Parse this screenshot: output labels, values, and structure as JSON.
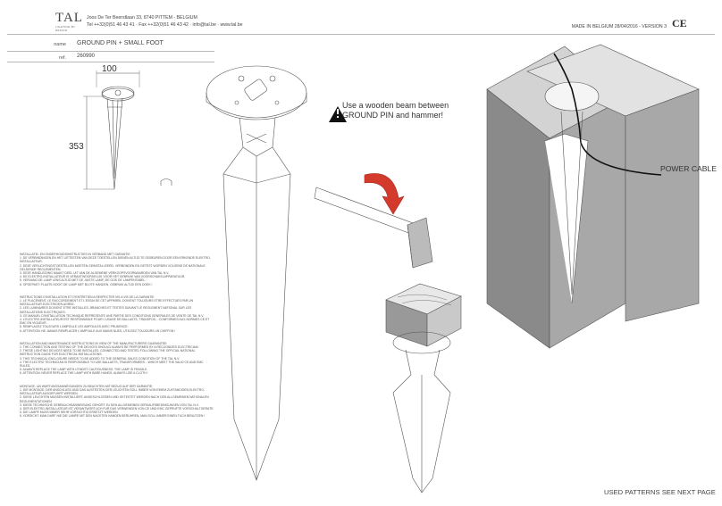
{
  "header": {
    "logo": "TAL",
    "logo_sub": "LIGHTING BY DESIGN",
    "address": "Joos De Ter Beerstlaan 33, 8740 PITTEM - BELGIUM",
    "contact": "Tel ++32(0)51 46 43 41 · Fax ++32(0)51 46 43 42 · info@tal.be · www.tal.be",
    "made_in": "MADE IN BELGIUM 28/04/2016 - VERSION 3",
    "ce_mark": "CE"
  },
  "product": {
    "name_label": "name",
    "name_value": "GROUND PIN + SMALL FOOT",
    "ref_label": "ref.",
    "ref_value": "260990"
  },
  "dimensions": {
    "width": "100",
    "height": "353"
  },
  "callouts": {
    "warning_icon": "warning-triangle-icon",
    "warning_text": "Use a wooden beam between GROUND PIN and hammer!",
    "power_cable": "POWER CABLE"
  },
  "instructions": [
    {
      "lang": "nl",
      "lines": [
        "INSTALLATIE- EN ONDERHOUDSINSTRUCTIES IN VERBAND MET GARANTIE",
        "1. DE VERBINDINGEN EN HET UITTESTEN VAN DEZE TOESTELLEN DIENEN ALTIJD TE GEBEUREN DOOR EEN ERKENDE ELEKTRO-INSTALLATEUR.",
        "2. DEZE VERLICHTINGSTOESTELLEN MOETEN GEINSTALLEERD, VERBONDEN EN GETEST WORDEN VOLGENS DE NATIONALE GELDENDE REGLEMENTEN.",
        "3. DEZE HANDLEIDING MAAKT DEEL UIT VAN DE ALGEMENE VERKOOPSVOORWAARDEN VAN TAL N.V.",
        "4. DE ELEKTRO-INSTALLATEUR IS VERANTWOORDELIJK VOOR HET GEBRUIK VAN VOORSCHAKELAPPARATUUR.",
        "5. VERVANG DE LAMP LENS ALTIJD MET DE JUISTE LAMP, ZIE OOK DE LAMPENTABEL.",
        "6. OPGEPAST: PLAATS NOOIT DE LAMP MET BLOTE HANDEN, GEBRUIK ALTIJD EEN DOEK !"
      ]
    },
    {
      "lang": "fr",
      "lines": [
        "INSTRUCTIONS D'INSTALLATION ET D'ENTRETIEN A RESPECTER VIS A VIS DE LA GARANTIE",
        "1. LE PLACEMENT, LE RACCORDEMENT ET L'ESSAI DE CET APPAREIL DOIVENT TOUJOURS ETRE EFFECTUES PAR UN INSTALLATEUR ELECTRICIEN AGREE.",
        "2. LES LUMINAIRES DOIVENT ETRE INSTALLES, BRANCHES ET TESTES SUIVANT LE REGLEMENT NATIONAL SUR LES INSTALLATIONS ELECTRIQUES.",
        "3. CE MANUEL D'INSTALLATION TECHNIQUE REPRESENTE UNE PARTIE DES CONDITIONS GENERALES DE VENTE DE TAL N.V.",
        "4. L'ELECTRO-INSTALLATEUR EST RESPONSABLE POUR L'USAGE DE BALLASTS, TRANSFOS... CONFORMES AUX NORMES CE ET EMC EN VIGUEUR.",
        "5. REMPLACEZ TOUJOURS L'AMPOULE LES AMPOULES AVEC PRUDENCE.",
        "6. ATTENTION: NE JAMAIS REMPLACER L'AMPOULE AUX MAINS NUES, UTILISEZ TOUJOURS UN CHIFFON !"
      ]
    },
    {
      "lang": "en",
      "lines": [
        "INSTALLATION AND MAINTENANCE INSTRUCTIONS IN VIEW OF THE MANUFACTURERS GUARANTEE:",
        "1. THE CONNECTION AND TESTING OF THE DEVICES SHOULD ALWAYS BE PERFORMED BY A RECOGNIZED ELECTRICIAN.",
        "2. THESE LIGHTING DEVICES NEED TO BE INSTALLED, CONNECTED AND TESTED FOLLOWING THE OFFICIAL NATIONAL INSTRUCTION GUIDE FOR ELECTRICAL INSTALLATIONS.",
        "3. THIS TECHNICAL ENCLOSURE NEEDS TO BE ADDED TO THE GENERAL SALES CONDITION OF THE TAL N.V.",
        "4. THE ELECTRO TECHNICIAN IS RESPONSIBLE TO USE BALLASTS, TRANSFORMERS... WHICH MEET THE VALID CE AND EMC RULES.",
        "5. ALWAYS REPLACE THE LAMP WITH UTMOST CAUTIOUSNESS, THE LAMP IS FRAGILE.",
        "6. ATTENTION: NEVER REPLACE THE LAMP WITH BARE HANDS, ALWAYS USE A CLOTH !"
      ]
    },
    {
      "lang": "de",
      "lines": [
        "MONTAGE- UN WARTUNGSANWEISUNGEN ZU BEACHTEN MIT BEZUG AUF DER GARANTIE:",
        "1. DIE MONTAGE, DER ANSCHLUSS UND DAS AUSTESTEN DER LEUCHTEN SOLL IMMER VON EINEM ZUSTANDIGEN ELEKTRO-INSTALLATEUR AUSGEFUHRT WERDEN.",
        "2. DIESE LEUCHTEN MUSSEN INSTALLIERT, ANGESCHLOSSEN UND GETESTET WERDEN NACH DEN ALLGEMEINEN NATIONALEN REGLEMENTATIONEN.",
        "3. DIESE TECHNISCHE GEBRAUCHSANWEISUNG GEHORT ZU DEN ALLGEMEINEN VERKAUFSBEDINGUNGEN VON TAL N.V.",
        "4. DER ELEKTRO-INSTALLATEUR IST VERANTWORTLICH FUR DAS VERWENDEN VON CE UND EMC GEPRUFTE VORSCHALTGERATE.",
        "5. DIE LAMPE MUSS IMMER SEHR VORSICHTIG ERSETZT WERDEN.",
        "6. VORSICHT: MAN DARF NIE DIE LAMPE MIT DEN NACKTEN HANDEN BERUHREN, MAN SOLL IMMER EINEN TUCH BENUTZEN !"
      ]
    }
  ],
  "footer": {
    "text": "USED PATTERNS SEE NEXT PAGE"
  }
}
